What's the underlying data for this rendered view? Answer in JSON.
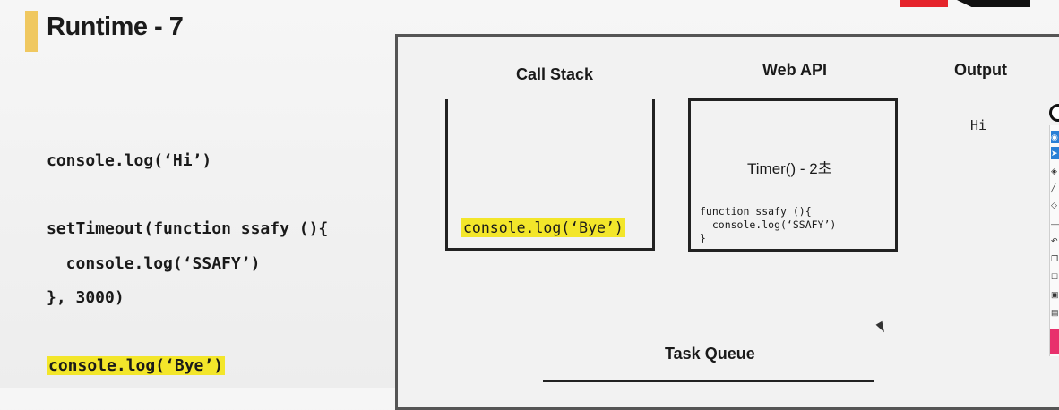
{
  "slide": {
    "title": "Runtime - 7"
  },
  "code": {
    "line1": "console.log(‘Hi’)",
    "line2": "setTimeout(function ssafy (){",
    "line3": "  console.log(‘SSAFY’)",
    "line4": "}, 3000)",
    "line5": "console.log(‘Bye’)"
  },
  "diagram": {
    "call_stack_title": "Call Stack",
    "call_stack_item": "console.log(‘Bye’)",
    "web_api_title": "Web API",
    "timer_label": "Timer() - 2초",
    "fn_line1": "function ssafy (){",
    "fn_line2": "  console.log(‘SSAFY’)",
    "fn_line3": "}",
    "output_title": "Output",
    "output_value": "Hi",
    "task_queue_title": "Task Queue"
  },
  "colors": {
    "highlight": "#f3e62a",
    "title_accent": "#f0c860",
    "brand_red": "#e5242b",
    "toolbar_active": "#2a7fd6",
    "toolbar_pink": "#e8306c"
  },
  "toolbar": {
    "icons": [
      "eye-icon",
      "cursor-icon",
      "tag-icon",
      "pen-icon",
      "eraser-icon",
      "line-icon",
      "undo-icon",
      "copy-icon",
      "comment-icon",
      "camera-icon",
      "clipboard-icon"
    ]
  }
}
